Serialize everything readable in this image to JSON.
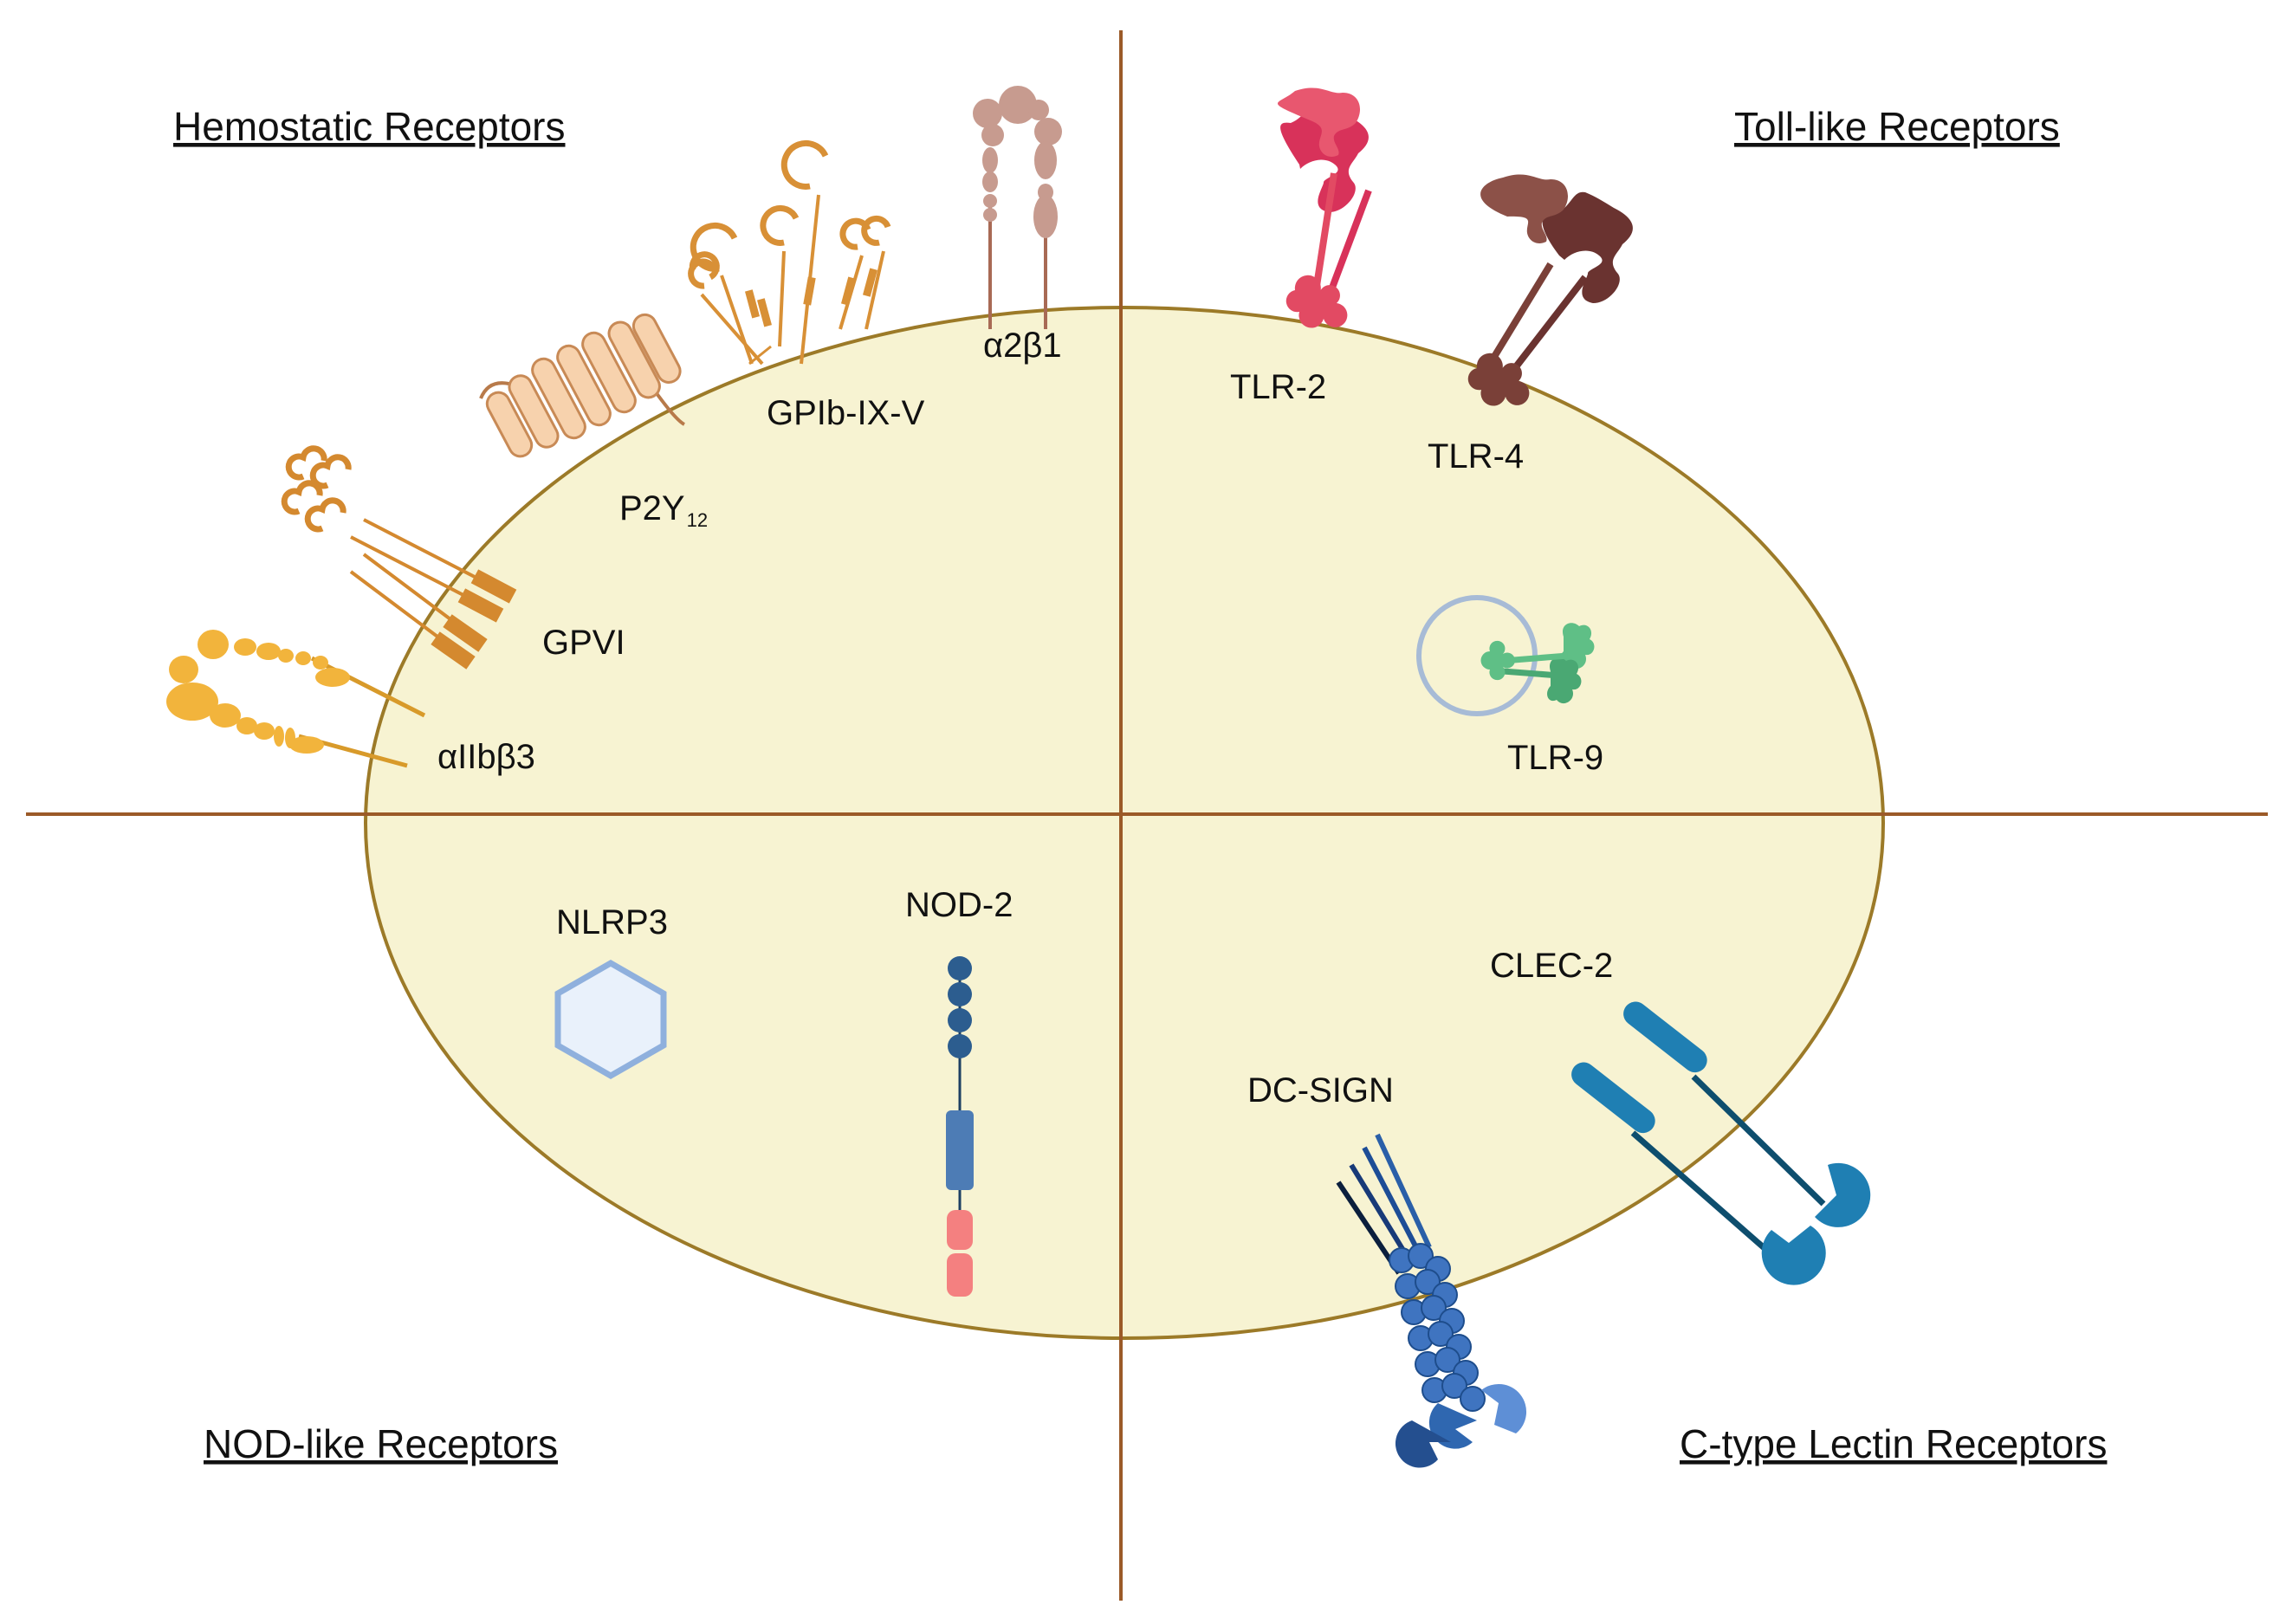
{
  "colors": {
    "background": "#ffffff",
    "cell_fill": "#f7f3d2",
    "cell_outline": "#9c7a28",
    "divider": "#9b5a28",
    "integrin_aiib": "#f2b43c",
    "gpvi": "#d4892f",
    "p2y12": "#f2cca6",
    "gpib": "#d89036",
    "a2b1": "#c79b8f",
    "tlr2": "#e24a63",
    "tlr4": "#7a4038",
    "tlr9": "#5fbf86",
    "endosome": "#a7bbd6",
    "nlrp3": "#8fb0dd",
    "nod2_card": "#2c5d8f",
    "nod2_nacht": "#4d7cb5",
    "nod2_lrr": "#f48080",
    "clec2": "#1f7fb3",
    "dcsign": "#2f67b0"
  },
  "quadrants": {
    "hemostatic": "Hemostatic Receptors",
    "toll": "Toll-like Receptors",
    "nod": "NOD-like Receptors",
    "ctype": "C-type Lectin Receptors"
  },
  "receptors": {
    "aiib": "αIIbβ3",
    "gpvi": "GPVI",
    "p2y12_main": "P2Y",
    "p2y12_sub": "12",
    "gpib": "GPIb-IX-V",
    "a2b1": "α2β1",
    "tlr2": "TLR-2",
    "tlr4": "TLR-4",
    "tlr9": "TLR-9",
    "nlrp3": "NLRP3",
    "nod2": "NOD-2",
    "clec2": "CLEC-2",
    "dcsign": "DC-SIGN"
  },
  "icons": [
    "integrin-icon",
    "gpvi-icon",
    "gpcr-icon",
    "gpib-complex-icon",
    "tlr-icon",
    "endosome-icon",
    "hexagon-icon",
    "bead-chain-icon",
    "lectin-icon"
  ]
}
